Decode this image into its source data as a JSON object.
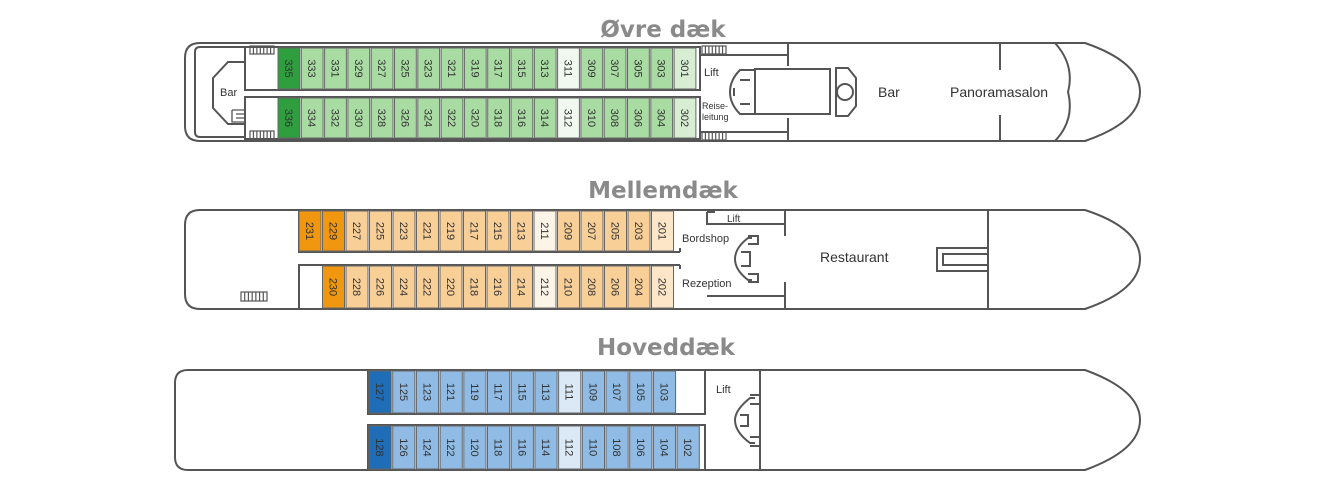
{
  "colors": {
    "green": {
      "dark": "#2f9e3f",
      "std": "#a9dca2",
      "light": "#f0f8ef",
      "end": "#d7eed3"
    },
    "orange": {
      "dark": "#f0960f",
      "std": "#f9cf98",
      "light": "#fdf4e8",
      "end": "#fde5c8"
    },
    "blue": {
      "dark": "#1e6db6",
      "std": "#8fbbe5",
      "light": "#dbe8f6",
      "end": "#8fbbe5"
    }
  },
  "decks": [
    {
      "title": "Øvre dæk",
      "palette": "green",
      "labels": {
        "bar_aft": "Bar",
        "lift": "Lift",
        "reiseleitung_1": "Reise-",
        "reiseleitung_2": "leitung",
        "bar": "Bar",
        "panorama": "Panoramasalon"
      },
      "rows": [
        [
          [
            "335",
            "dark"
          ],
          [
            "333",
            "std"
          ],
          [
            "331",
            "std"
          ],
          [
            "329",
            "std"
          ],
          [
            "327",
            "std"
          ],
          [
            "325",
            "std"
          ],
          [
            "323",
            "std"
          ],
          [
            "321",
            "std"
          ],
          [
            "319",
            "std"
          ],
          [
            "317",
            "std"
          ],
          [
            "315",
            "std"
          ],
          [
            "313",
            "std"
          ],
          [
            "311",
            "light"
          ],
          [
            "309",
            "std"
          ],
          [
            "307",
            "std"
          ],
          [
            "305",
            "std"
          ],
          [
            "303",
            "std"
          ],
          [
            "301",
            "end"
          ]
        ],
        [
          [
            "336",
            "dark"
          ],
          [
            "334",
            "std"
          ],
          [
            "332",
            "std"
          ],
          [
            "330",
            "std"
          ],
          [
            "328",
            "std"
          ],
          [
            "326",
            "std"
          ],
          [
            "324",
            "std"
          ],
          [
            "322",
            "std"
          ],
          [
            "320",
            "std"
          ],
          [
            "318",
            "std"
          ],
          [
            "316",
            "std"
          ],
          [
            "314",
            "std"
          ],
          [
            "312",
            "light"
          ],
          [
            "310",
            "std"
          ],
          [
            "308",
            "std"
          ],
          [
            "306",
            "std"
          ],
          [
            "304",
            "std"
          ],
          [
            "302",
            "end"
          ]
        ]
      ]
    },
    {
      "title": "Mellemdæk",
      "palette": "orange",
      "labels": {
        "lift": "Lift",
        "bordshop": "Bordshop",
        "rezeption": "Rezeption",
        "restaurant": "Restaurant"
      },
      "rows": [
        [
          [
            "231",
            "dark"
          ],
          [
            "229",
            "dark"
          ],
          [
            "227",
            "std"
          ],
          [
            "225",
            "std"
          ],
          [
            "223",
            "std"
          ],
          [
            "221",
            "std"
          ],
          [
            "219",
            "std"
          ],
          [
            "217",
            "std"
          ],
          [
            "215",
            "std"
          ],
          [
            "213",
            "std"
          ],
          [
            "211",
            "light"
          ],
          [
            "209",
            "std"
          ],
          [
            "207",
            "std"
          ],
          [
            "205",
            "std"
          ],
          [
            "203",
            "std"
          ],
          [
            "201",
            "end"
          ]
        ],
        [
          [
            "230",
            "dark"
          ],
          [
            "228",
            "std"
          ],
          [
            "226",
            "std"
          ],
          [
            "224",
            "std"
          ],
          [
            "222",
            "std"
          ],
          [
            "220",
            "std"
          ],
          [
            "218",
            "std"
          ],
          [
            "216",
            "std"
          ],
          [
            "214",
            "std"
          ],
          [
            "212",
            "light"
          ],
          [
            "210",
            "std"
          ],
          [
            "208",
            "std"
          ],
          [
            "206",
            "std"
          ],
          [
            "204",
            "std"
          ],
          [
            "202",
            "end"
          ]
        ]
      ]
    },
    {
      "title": "Hoveddæk",
      "palette": "blue",
      "labels": {
        "lift": "Lift"
      },
      "rows": [
        [
          [
            "127",
            "dark"
          ],
          [
            "125",
            "std"
          ],
          [
            "123",
            "std"
          ],
          [
            "121",
            "std"
          ],
          [
            "119",
            "std"
          ],
          [
            "117",
            "std"
          ],
          [
            "115",
            "std"
          ],
          [
            "113",
            "std"
          ],
          [
            "111",
            "light"
          ],
          [
            "109",
            "std"
          ],
          [
            "107",
            "std"
          ],
          [
            "105",
            "std"
          ],
          [
            "103",
            "std"
          ]
        ],
        [
          [
            "128",
            "dark"
          ],
          [
            "126",
            "std"
          ],
          [
            "124",
            "std"
          ],
          [
            "122",
            "std"
          ],
          [
            "120",
            "std"
          ],
          [
            "118",
            "std"
          ],
          [
            "116",
            "std"
          ],
          [
            "114",
            "std"
          ],
          [
            "112",
            "light"
          ],
          [
            "110",
            "std"
          ],
          [
            "108",
            "std"
          ],
          [
            "106",
            "std"
          ],
          [
            "104",
            "std"
          ],
          [
            "102",
            "std"
          ]
        ]
      ]
    }
  ]
}
